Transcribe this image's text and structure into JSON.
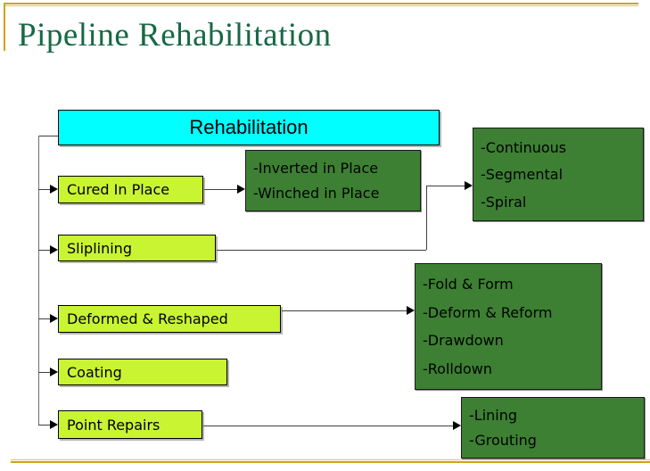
{
  "slide": {
    "title": "Pipeline Rehabilitation"
  },
  "colors": {
    "title_green": "#176945",
    "accent_gold_dark": "#CFA11C",
    "accent_gold_light": "#E2C464",
    "root_box_cyan": "#00FFFF",
    "method_box_yellow_green": "#C9F431",
    "detail_box_dark_green": "#3D8033",
    "text_black": "#000000"
  },
  "diagram": {
    "root": {
      "label": "Rehabilitation"
    },
    "methods": [
      {
        "label": "Cured In Place",
        "details": [
          "-Inverted in Place",
          "-Winched in Place"
        ]
      },
      {
        "label": "Sliplining",
        "details": [
          "-Continuous",
          "-Segmental",
          "-Spiral"
        ]
      },
      {
        "label": "Deformed & Reshaped",
        "details": [
          "-Fold & Form",
          "-Deform & Reform",
          "-Drawdown",
          "-Rolldown"
        ]
      },
      {
        "label": "Coating",
        "details": []
      },
      {
        "label": "Point Repairs",
        "details": [
          "-Lining",
          "-Grouting"
        ]
      }
    ]
  }
}
